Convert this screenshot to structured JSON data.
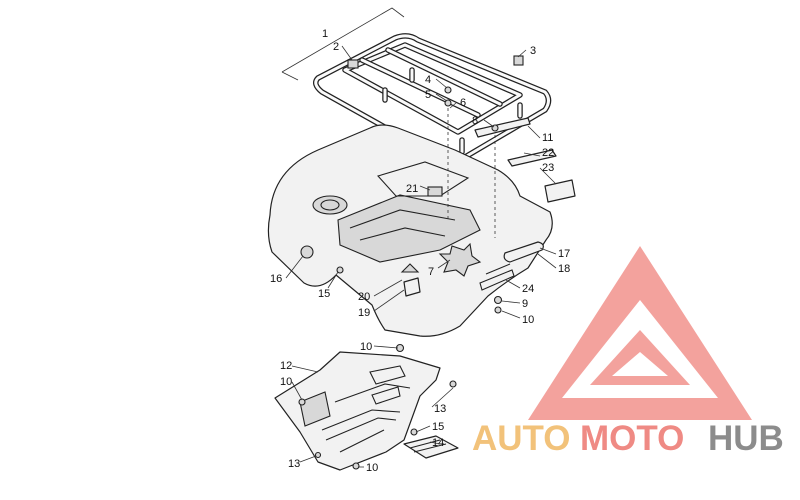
{
  "callouts": [
    "1",
    "2",
    "3",
    "4",
    "5",
    "6",
    "8",
    "11",
    "22",
    "23",
    "21",
    "16",
    "15",
    "7",
    "20",
    "19",
    "24",
    "9",
    "10",
    "17",
    "18",
    "10",
    "12",
    "10",
    "13",
    "15",
    "14",
    "13",
    "10"
  ],
  "watermark": {
    "auto": "AUTO",
    "moto": "MOTO",
    "hub": "HUB",
    "colors": {
      "triangle": "#ef8a84",
      "auto": "#f2c27a",
      "moto": "#ef8a84",
      "hub": "#8c8c8c"
    }
  }
}
